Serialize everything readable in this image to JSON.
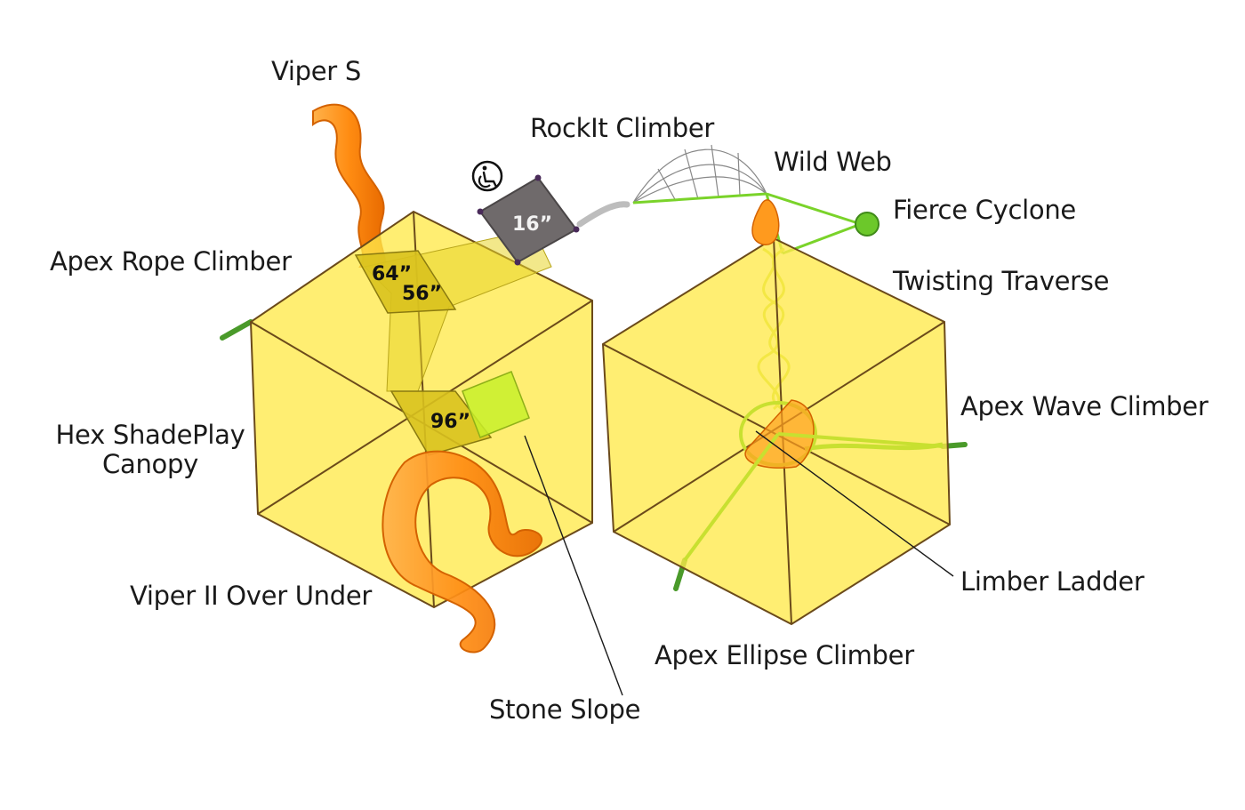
{
  "labels": {
    "viper_s": "Viper S",
    "rockit_climber": "RockIt Climber",
    "wild_web": "Wild Web",
    "fierce_cyclone": "Fierce Cyclone",
    "twisting_traverse": "Twisting Traverse",
    "apex_rope_climber": "Apex Rope Climber",
    "hex_shadeplay_canopy": "Hex ShadePlay Canopy",
    "apex_wave_climber": "Apex Wave Climber",
    "limber_ladder": "Limber Ladder",
    "viper_ii_over_under": "Viper II Over Under",
    "apex_ellipse_climber": "Apex Ellipse Climber",
    "stone_slope": "Stone Slope"
  },
  "deck_heights": {
    "deck_64": "64”",
    "deck_56": "56”",
    "deck_96": "96”",
    "deck_16": "16”"
  },
  "icons": {
    "accessibility": "wheelchair-accessible-icon"
  },
  "colors": {
    "canopy": "#ffe94a",
    "canopy_edge": "#6b4a1a",
    "slide": "#ff9a1e",
    "slide_dark": "#e06d00",
    "climber_green": "#7ad32a",
    "deck_gray": "#6f6a6b",
    "pole_green": "#4a9a2a",
    "leader": "#1a1a1a"
  }
}
